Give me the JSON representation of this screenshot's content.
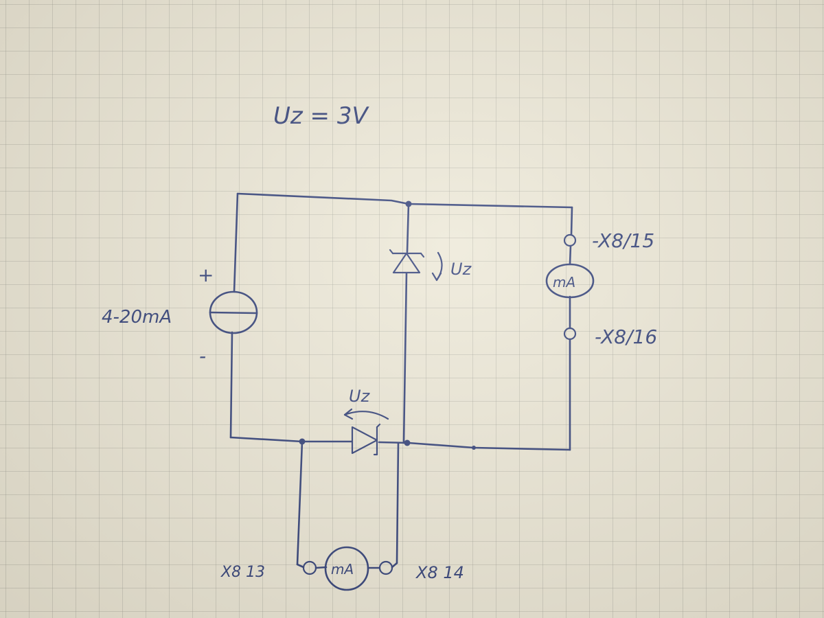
{
  "header": {
    "equation": "Uz = 3V"
  },
  "labels": {
    "source_current": "4-20mA",
    "source_plus": "+",
    "source_minus": "-",
    "zener_top_voltage": "Uz",
    "zener_bottom_voltage": "Uz",
    "meter_right": "mA",
    "meter_bottom": "mA",
    "terminal_15": "-X8/15",
    "terminal_16": "-X8/16",
    "terminal_13": "X8 13",
    "terminal_14": "X8 14"
  },
  "colors": {
    "ink": "#1f2f6e",
    "paper": "#ebe6d5"
  }
}
